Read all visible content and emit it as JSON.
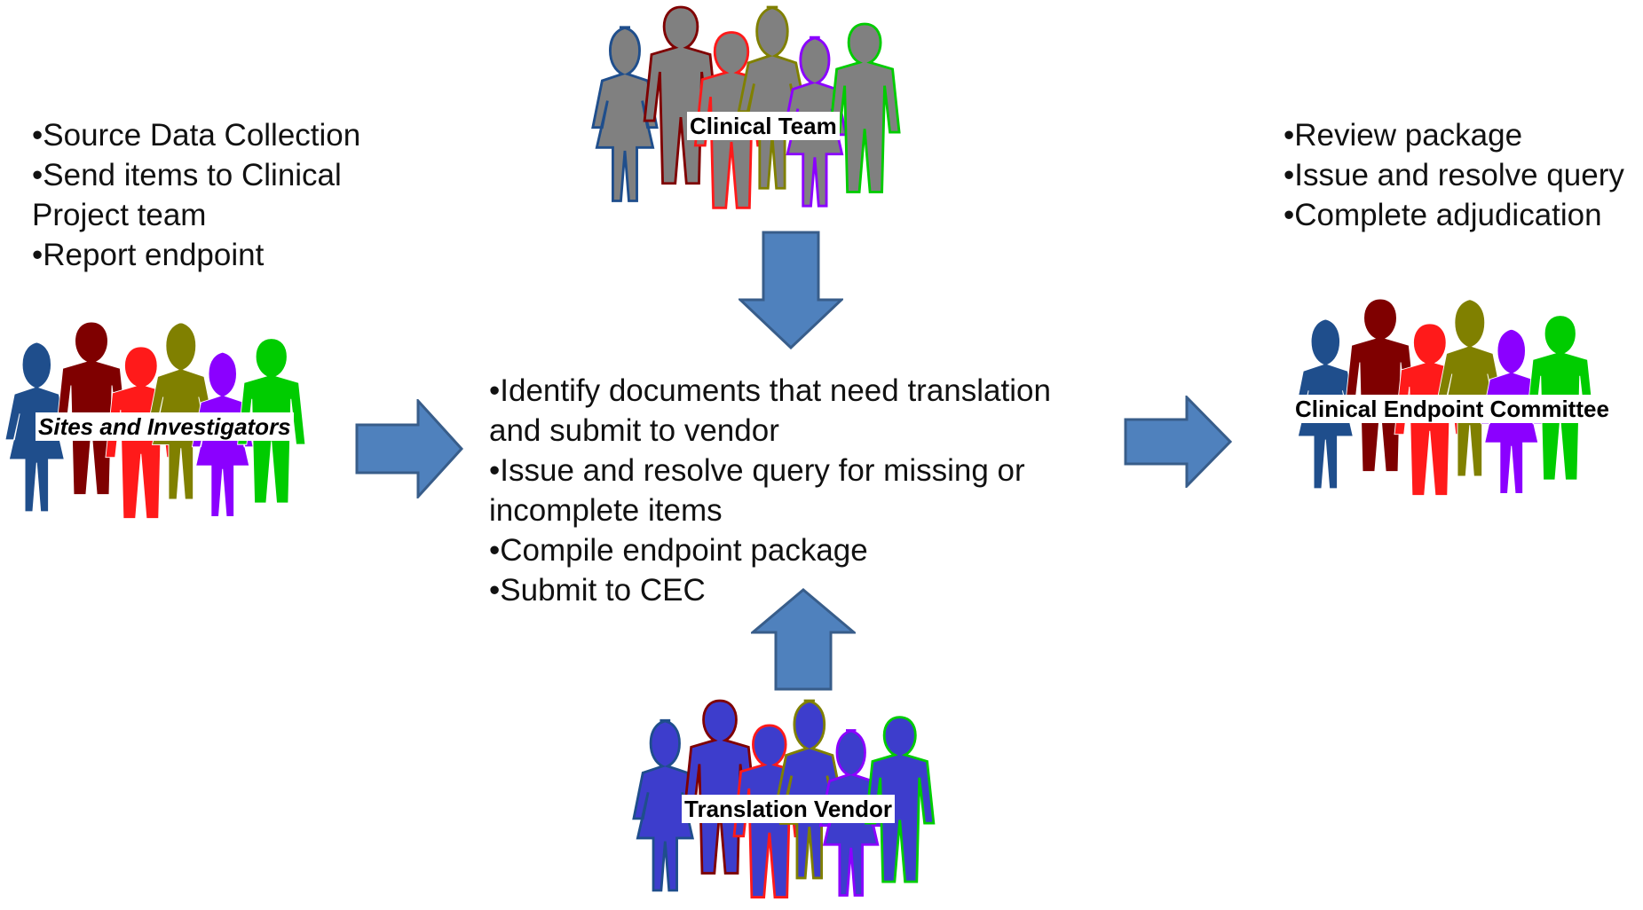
{
  "sites": {
    "label": "Sites and Investigators",
    "tasks": [
      "Source Data Collection",
      "Send items to Clinical Project team",
      "Report endpoint"
    ]
  },
  "clinical_team": {
    "label": "Clinical Team",
    "tasks": [
      "Identify documents that need translation and submit to vendor",
      "Issue and resolve query for missing or incomplete items",
      "Compile endpoint package",
      "Submit to CEC"
    ]
  },
  "translation_vendor": {
    "label": "Translation Vendor"
  },
  "cec": {
    "label": "Clinical Endpoint Committee",
    "tasks": [
      "Review package",
      "Issue and resolve query",
      "Complete adjudication"
    ]
  },
  "colors": {
    "arrow_fill": "#4f81bd",
    "arrow_stroke": "#385d8a",
    "people": [
      "#1f4e8c",
      "#7f0000",
      "#ff1a1a",
      "#808000",
      "#8b00ff",
      "#00cc00"
    ],
    "clinical_team_people": "#808080",
    "vendor_people": "#3d3dcc"
  },
  "icons": {
    "people_group": "people-group-icon",
    "arrow": "block-arrow-icon"
  }
}
